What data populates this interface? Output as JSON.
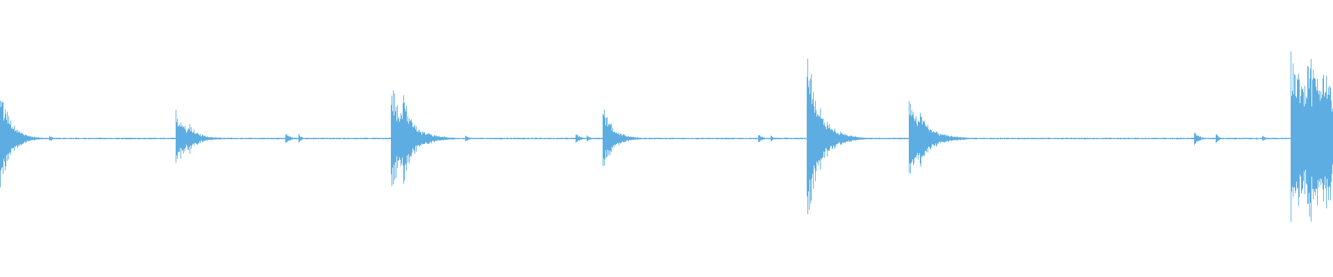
{
  "waveform": {
    "color": "#5dade2",
    "background": "#ffffff",
    "baseline_amplitude": 0.01,
    "bursts": [
      {
        "t": 0.0,
        "amp": 0.58,
        "decay": 0.008,
        "spikes": [
          [
            0.0015,
            0.5
          ],
          [
            0.008,
            0.2
          ],
          [
            0.014,
            0.12
          ]
        ]
      },
      {
        "t": 0.037,
        "amp": 0.05,
        "decay": 0.002,
        "spikes": []
      },
      {
        "t": 0.132,
        "amp": 0.33,
        "decay": 0.01,
        "spikes": [
          [
            0.0,
            0.15
          ],
          [
            0.005,
            0.2
          ],
          [
            0.01,
            0.18
          ],
          [
            0.016,
            0.08
          ]
        ]
      },
      {
        "t": 0.214,
        "amp": 0.08,
        "decay": 0.003,
        "spikes": [
          [
            0.01,
            0.06
          ]
        ]
      },
      {
        "t": 0.293,
        "amp": 0.65,
        "decay": 0.012,
        "spikes": [
          [
            0.0,
            0.45
          ],
          [
            0.009,
            0.62
          ],
          [
            0.017,
            0.2
          ],
          [
            0.028,
            0.08
          ]
        ]
      },
      {
        "t": 0.349,
        "amp": 0.05,
        "decay": 0.002,
        "spikes": []
      },
      {
        "t": 0.432,
        "amp": 0.08,
        "decay": 0.003,
        "spikes": [
          [
            0.008,
            0.06
          ]
        ]
      },
      {
        "t": 0.452,
        "amp": 0.38,
        "decay": 0.008,
        "spikes": [
          [
            0.003,
            0.18
          ]
        ]
      },
      {
        "t": 0.569,
        "amp": 0.06,
        "decay": 0.003,
        "spikes": [
          [
            0.009,
            0.05
          ]
        ]
      },
      {
        "t": 0.605,
        "amp": 1.0,
        "decay": 0.01,
        "spikes": [
          [
            0.008,
            0.15
          ],
          [
            0.015,
            0.1
          ]
        ]
      },
      {
        "t": 0.682,
        "amp": 0.48,
        "decay": 0.012,
        "spikes": [
          [
            0.008,
            0.35
          ],
          [
            0.02,
            0.1
          ]
        ]
      },
      {
        "t": 0.896,
        "amp": 0.1,
        "decay": 0.003,
        "spikes": [
          [
            0.016,
            0.08
          ]
        ]
      },
      {
        "t": 0.947,
        "amp": 0.04,
        "decay": 0.002,
        "spikes": []
      },
      {
        "t": 0.968,
        "amp": 1.0,
        "decay": 0.04,
        "dense": true,
        "spikes": [
          [
            0.006,
            0.7
          ],
          [
            0.012,
            0.9
          ],
          [
            0.018,
            0.75
          ],
          [
            0.024,
            0.85
          ],
          [
            0.028,
            0.6
          ],
          [
            0.032,
            0.55
          ]
        ]
      }
    ]
  }
}
